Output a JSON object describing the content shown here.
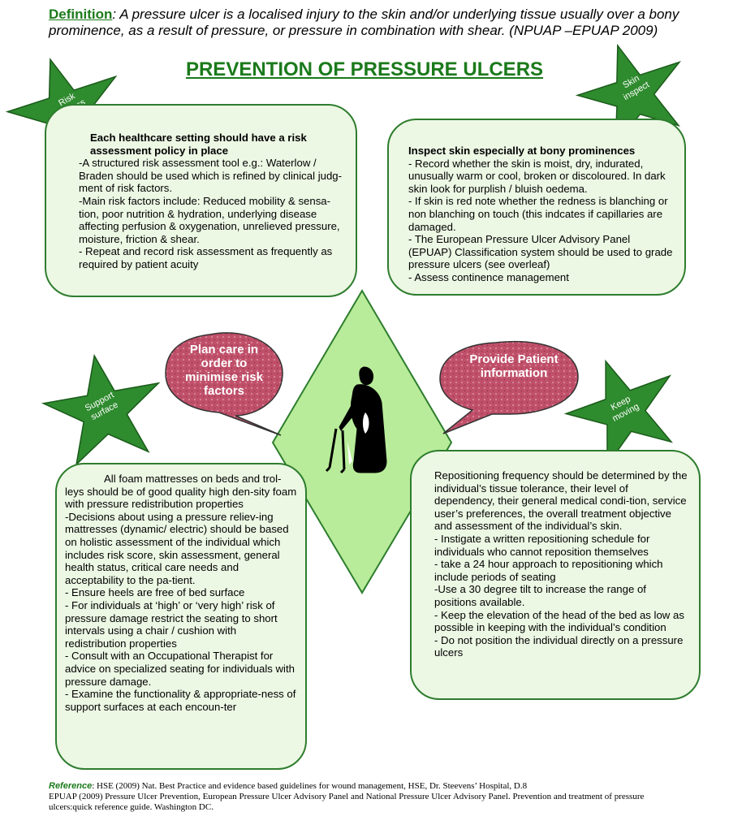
{
  "definition": {
    "label": "Definition",
    "text": ": A pressure ulcer is a localised injury to the skin and/or underlying tissue usually over a bony prominence, as a result of pressure, or pressure in combination with shear. (NPUAP –EPUAP      2009)"
  },
  "title": "PREVENTION OF PRESSURE ULCERS",
  "stars": {
    "risk": "Risk Assess",
    "skin": "Skin inspect",
    "support": "Support surface",
    "moving": "Keep moving"
  },
  "bubbles": {
    "plan": "Plan care in order to minimise risk factors",
    "info": "Provide Patient information"
  },
  "panels": {
    "risk": {
      "heading": "Each healthcare setting should have a risk assessment policy in place",
      "lines": [
        "-A structured risk assessment tool e.g.:  Waterlow / Braden should be used which is refined by clinical judg-ment of risk factors.",
        "-Main risk factors include: Reduced mobility & sensa-tion, poor nutrition & hydration, underlying disease affecting perfusion & oxygenation, unrelieved pressure, moisture, friction & shear.",
        "- Repeat and record risk assessment as frequently as required by patient acuity"
      ]
    },
    "skin": {
      "heading": "Inspect skin especially at bony prominences",
      "lines": [
        "- Record whether the skin is moist, dry, indurated, unusually warm or cool, broken or discoloured. In dark skin look for purplish / bluish oedema.",
        "- If skin is red note whether the redness is blanching or non blanching on touch (this indcates if capillaries are damaged.",
        "- The European Pressure Ulcer Advisory Panel (EPUAP) Classification system should be used to grade pressure ulcers (see overleaf)",
        "- Assess  continence management"
      ]
    },
    "support": {
      "lines": [
        "All foam mattresses on beds and trol-leys should be of good quality high den-sity foam with pressure redistribution properties",
        "-Decisions about using a pressure reliev-ing mattresses (dynamic/ electric) should be based on holistic assessment of the individual which includes risk score, skin assessment, general health status, critical care needs and acceptability to the pa-tient.",
        "- Ensure heels are free of bed surface",
        "- For individuals at ‘high’ or ‘very high’ risk of pressure damage restrict the seating to short intervals using a chair / cushion with redistribution properties",
        "- Consult with an Occupational Therapist for advice on specialized seating for individuals with pressure damage.",
        "- Examine the functionality & appropriate-ness of support surfaces at each encoun-ter"
      ]
    },
    "moving": {
      "lines": [
        "Repositioning frequency should be determined by the individual’s tissue tolerance, their level of dependency, their general medical condi-tion, service user’s preferences, the overall treatment objective and assessment of the individual’s skin.",
        "- Instigate a written repositioning schedule for individuals who cannot reposition themselves",
        "- take a 24 hour approach to repositioning which include periods of seating",
        "-Use a 30 degree tilt to increase the range of positions available.",
        "- Keep the elevation of the head of the bed as low as possible in keeping with the individual’s condition",
        "- Do not position the individual directly on a pressure ulcers"
      ]
    }
  },
  "reference": {
    "label": "Reference",
    "line1": ":    HSE (2009) Nat. Best Practice and evidence based guidelines for wound management, HSE, Dr. Steevens’ Hospital, D.8",
    "line2": "EPUAP (2009) Pressure Ulcer Prevention, European Pressure Ulcer Advisory Panel and National Pressure Ulcer Advisory Panel. Prevention  and treatment of pressure ulcers:quick reference guide. Washington DC."
  },
  "colors": {
    "accent_green": "#1b7a1b",
    "star_green": "#2e8b2e",
    "panel_fill": "#ecf7e4",
    "diamond_fill": "#b8ec9a",
    "bubble_fill": "#c0506a"
  },
  "icons": {
    "central_figure": "elderly-person-with-walking-frame-icon"
  }
}
